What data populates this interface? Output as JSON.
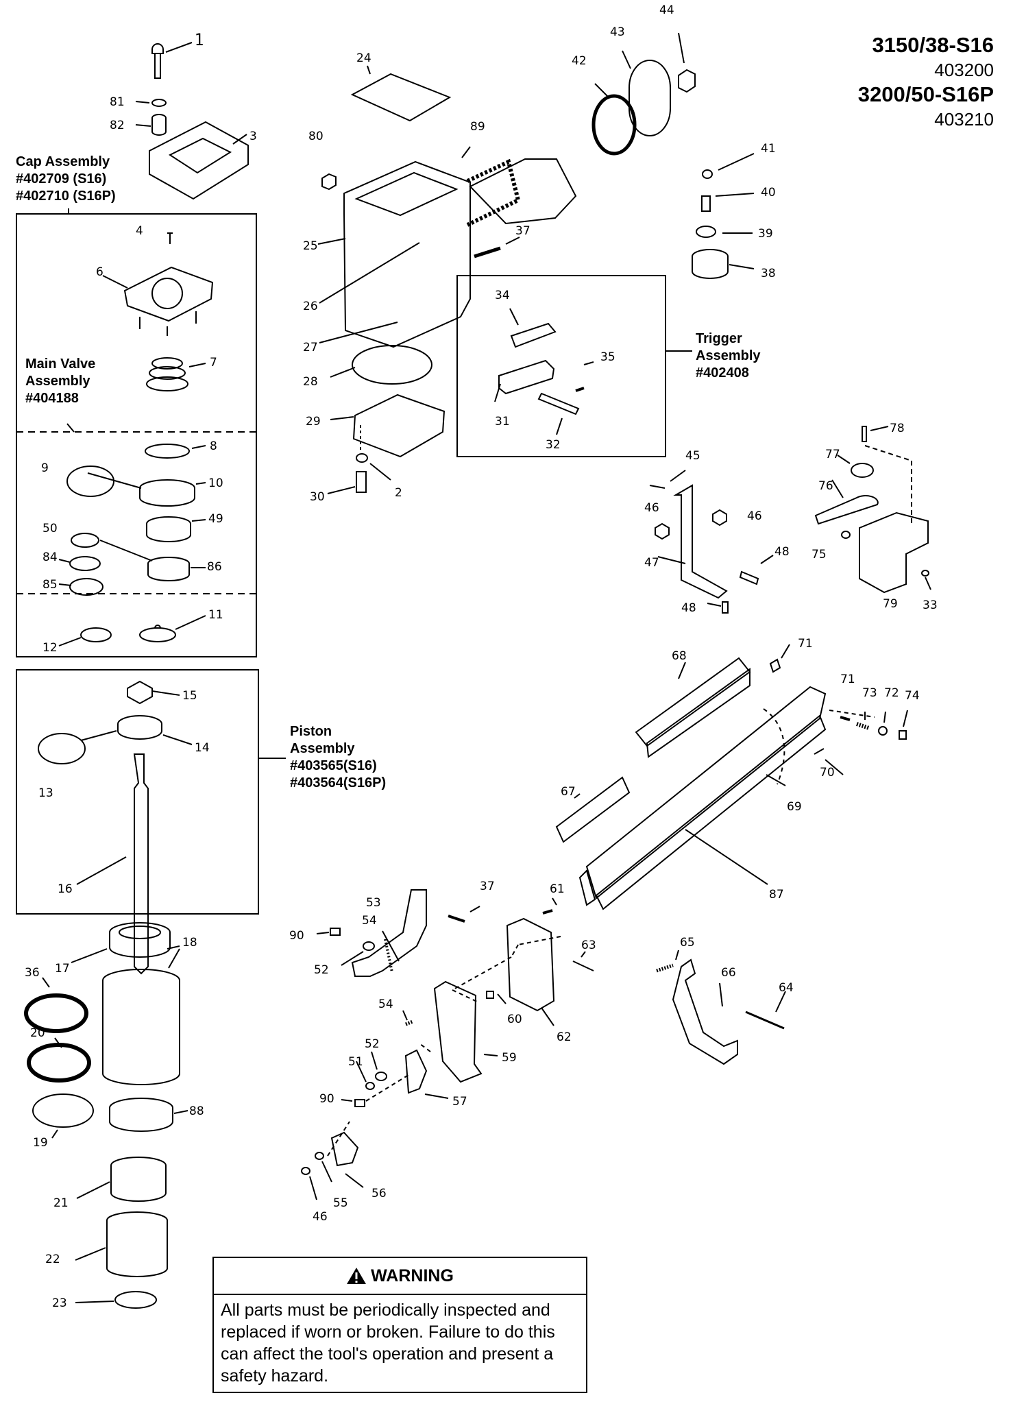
{
  "header": {
    "model_1": "3150/38-S16",
    "pn_1": "403200",
    "model_2": "3200/50-S16P",
    "pn_2": "403210"
  },
  "assemblies": {
    "cap": "Cap Assembly\n#402709 (S16)\n#402710 (S16P)",
    "main_valve": "Main Valve\nAssembly\n#404188",
    "piston": "Piston\nAssembly\n#403565(S16)\n#403564(S16P)",
    "trigger": "Trigger\nAssembly\n#402408"
  },
  "warning": {
    "title": "WARNING",
    "text": "All parts must be periodically inspected and replaced if worn or broken.  Failure to do this can affect the tool's operation and present a safety hazard."
  },
  "callouts": [
    "1",
    "81",
    "82",
    "3",
    "4",
    "6",
    "7",
    "8",
    "9",
    "10",
    "49",
    "50",
    "84",
    "85",
    "86",
    "11",
    "12",
    "15",
    "14",
    "13",
    "16",
    "17",
    "18",
    "36",
    "20",
    "19",
    "88",
    "21",
    "22",
    "23",
    "24",
    "80",
    "89",
    "25",
    "26",
    "27",
    "28",
    "29",
    "30",
    "2",
    "37",
    "42",
    "43",
    "44",
    "41",
    "40",
    "39",
    "38",
    "34",
    "35",
    "31",
    "32",
    "45",
    "46",
    "46",
    "47",
    "48",
    "48",
    "78",
    "77",
    "76",
    "75",
    "79",
    "33",
    "68",
    "71",
    "71",
    "73",
    "72",
    "74",
    "70",
    "67",
    "69",
    "87",
    "53",
    "54",
    "37",
    "90",
    "52",
    "61",
    "63",
    "60",
    "62",
    "65",
    "66",
    "64",
    "54",
    "52",
    "51",
    "90",
    "57",
    "59",
    "56",
    "55",
    "46"
  ]
}
